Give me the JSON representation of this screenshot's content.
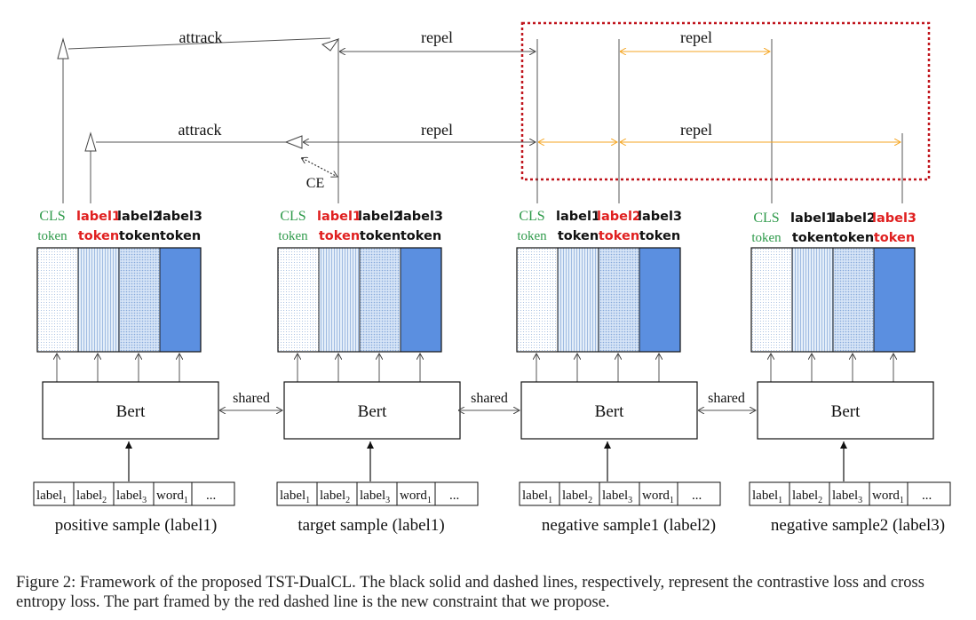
{
  "colors": {
    "red": "#e02020",
    "green": "#2e9a4a",
    "orange": "#f5b040",
    "blue": "#5b8fe0",
    "pale_blue": "#cfe0f5",
    "dash_red": "#c0141c",
    "line": "#555555"
  },
  "arrows": {
    "top_attract": "attrack",
    "top_repel_1": "repel",
    "top_repel_2": "repel",
    "mid_attract": "attrack",
    "mid_repel_1": "repel",
    "mid_repel_2": "repel",
    "ce": "CE"
  },
  "samples": [
    {
      "id": "positive",
      "caption": "positive sample (label1)",
      "tokens": [
        "CLS",
        "label1",
        "label2",
        "label3"
      ],
      "token_word": "token",
      "highlight": "label1",
      "encoder": "Bert",
      "input": [
        {
          "base": "label",
          "sub": "1"
        },
        {
          "base": "label",
          "sub": "2"
        },
        {
          "base": "label",
          "sub": "3"
        },
        {
          "base": "word",
          "sub": "1"
        },
        {
          "base": "...",
          "sub": ""
        }
      ]
    },
    {
      "id": "target",
      "caption": "target sample (label1)",
      "tokens": [
        "CLS",
        "label1",
        "label2",
        "label3"
      ],
      "token_word": "token",
      "highlight": "label1",
      "encoder": "Bert",
      "input": [
        {
          "base": "label",
          "sub": "1"
        },
        {
          "base": "label",
          "sub": "2"
        },
        {
          "base": "label",
          "sub": "3"
        },
        {
          "base": "word",
          "sub": "1"
        },
        {
          "base": "...",
          "sub": ""
        }
      ]
    },
    {
      "id": "negative1",
      "caption": "negative sample1 (label2)",
      "tokens": [
        "CLS",
        "label1",
        "label2",
        "label3"
      ],
      "token_word": "token",
      "highlight": "label2",
      "encoder": "Bert",
      "input": [
        {
          "base": "label",
          "sub": "1"
        },
        {
          "base": "label",
          "sub": "2"
        },
        {
          "base": "label",
          "sub": "3"
        },
        {
          "base": "word",
          "sub": "1"
        },
        {
          "base": "...",
          "sub": ""
        }
      ]
    },
    {
      "id": "negative2",
      "caption": "negative sample2 (label3)",
      "tokens": [
        "CLS",
        "label1",
        "label2",
        "label3"
      ],
      "token_word": "token",
      "highlight": "label3",
      "encoder": "Bert",
      "input": [
        {
          "base": "label",
          "sub": "1"
        },
        {
          "base": "label",
          "sub": "2"
        },
        {
          "base": "label",
          "sub": "3"
        },
        {
          "base": "word",
          "sub": "1"
        },
        {
          "base": "...",
          "sub": ""
        }
      ]
    }
  ],
  "shared_label": "shared",
  "caption": "Figure 2: Framework of the proposed TST-DualCL. The black solid and dashed lines, respectively, represent the contrastive loss and cross entropy loss. The part framed by the red dashed line is the new constraint that we propose."
}
